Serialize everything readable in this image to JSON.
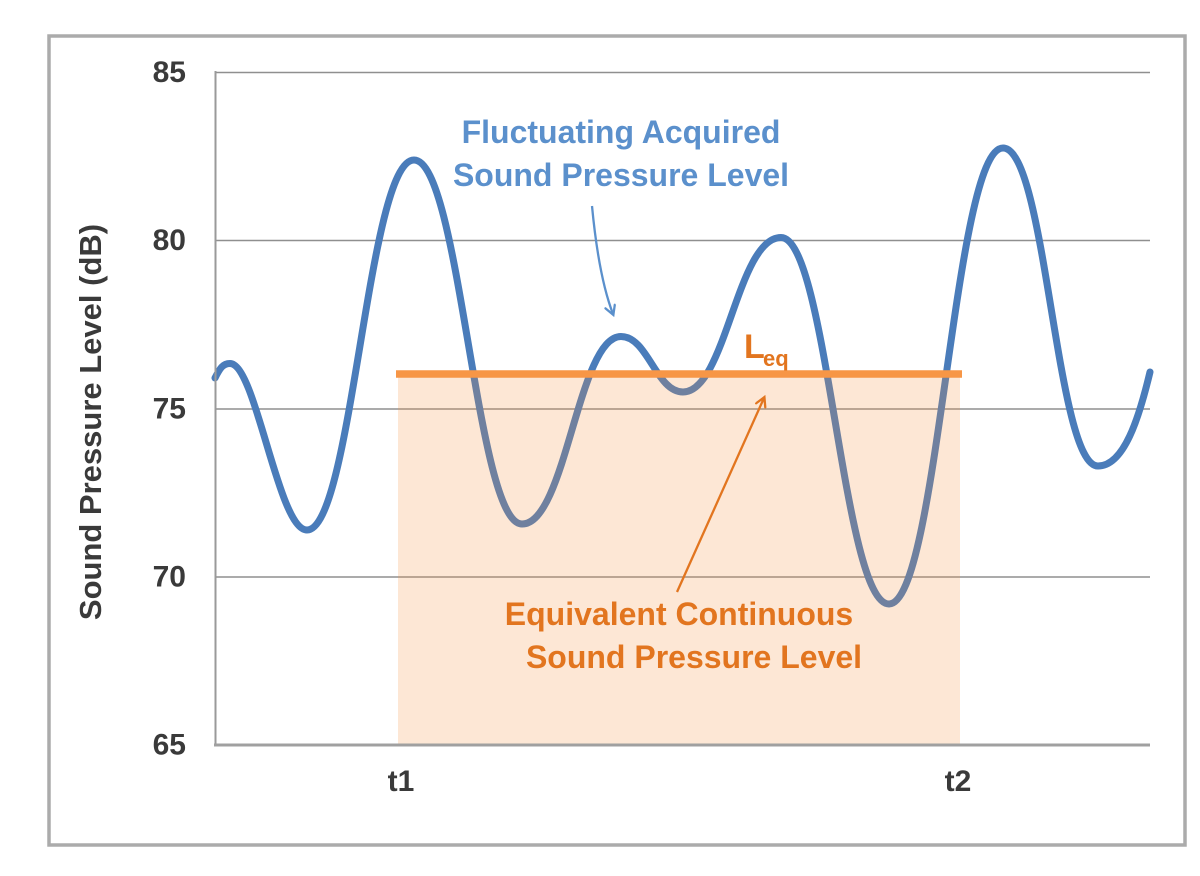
{
  "figure": {
    "y_axis": {
      "title": "Sound Pressure Level (dB)",
      "ticks": [
        "85",
        "80",
        "75",
        "70",
        "65"
      ]
    },
    "x_axis": {
      "tick_t1": "t1",
      "tick_t2": "t2"
    },
    "annotations": {
      "fluctuating_line1": "Fluctuating Acquired",
      "fluctuating_line2": "Sound Pressure Level",
      "leq_main": "L",
      "leq_sub": "eq",
      "equivalent_line1": "Equivalent Continuous",
      "equivalent_line2": "Sound Pressure Level"
    },
    "colors": {
      "curve_blue": "#4a7cba",
      "annotation_blue": "#5b90cc",
      "leq_line_orange": "#f79646",
      "annotation_orange": "#e2751f",
      "shaded_area": "rgba(245,144,64,0.22)",
      "gridline_gray": "#8f8f8f",
      "axis_text_gray": "#3a3a3a",
      "outer_border_gray": "#ababab"
    }
  },
  "chart_data": {
    "type": "line",
    "title": "",
    "xlabel": "",
    "ylabel": "Sound Pressure Level (dB)",
    "ylim": [
      65,
      85
    ],
    "yticks": [
      85,
      80,
      75,
      70,
      65
    ],
    "xticks": [
      "t1",
      "t2"
    ],
    "grid": true,
    "legend_position": "none",
    "series": [
      {
        "name": "Fluctuating Acquired Sound Pressure Level",
        "color": "#4a7cba",
        "style": "smooth curve, extrema listed; x normalized 0-10 across plot width",
        "x": [
          0,
          0.18,
          1.0,
          2.15,
          3.3,
          4.35,
          5.02,
          6.05,
          7.21,
          8.43,
          9.44,
          10
        ],
        "y": [
          76.0,
          76.3,
          71.4,
          82.4,
          71.6,
          77.1,
          75.5,
          80.1,
          69.2,
          82.7,
          73.3,
          76.0
        ]
      },
      {
        "name": "Equivalent Continuous Sound Pressure Level (Leq)",
        "color": "#f79646",
        "style": "horizontal segment from t1 to t2",
        "x": [
          1.95,
          7.97
        ],
        "y": [
          76.05,
          76.05
        ]
      }
    ],
    "shaded_region": {
      "x_start": "t1",
      "x_end": "t2",
      "x_start_norm": 1.95,
      "x_end_norm": 7.97,
      "y_bottom": 65,
      "y_top": 76.05,
      "color": "rgba(245,144,64,0.22)"
    },
    "annotations": [
      {
        "text": "Fluctuating Acquired Sound Pressure Level",
        "color": "#5b90cc",
        "arrow_points_to": "local peak of blue curve (~77.1 dB)"
      },
      {
        "text": "Leq",
        "color": "#e2751f",
        "position": "above orange line"
      },
      {
        "text": "Equivalent Continuous Sound Pressure Level",
        "color": "#e2751f",
        "arrow_points_to": "orange Leq line (~76 dB)"
      }
    ]
  }
}
